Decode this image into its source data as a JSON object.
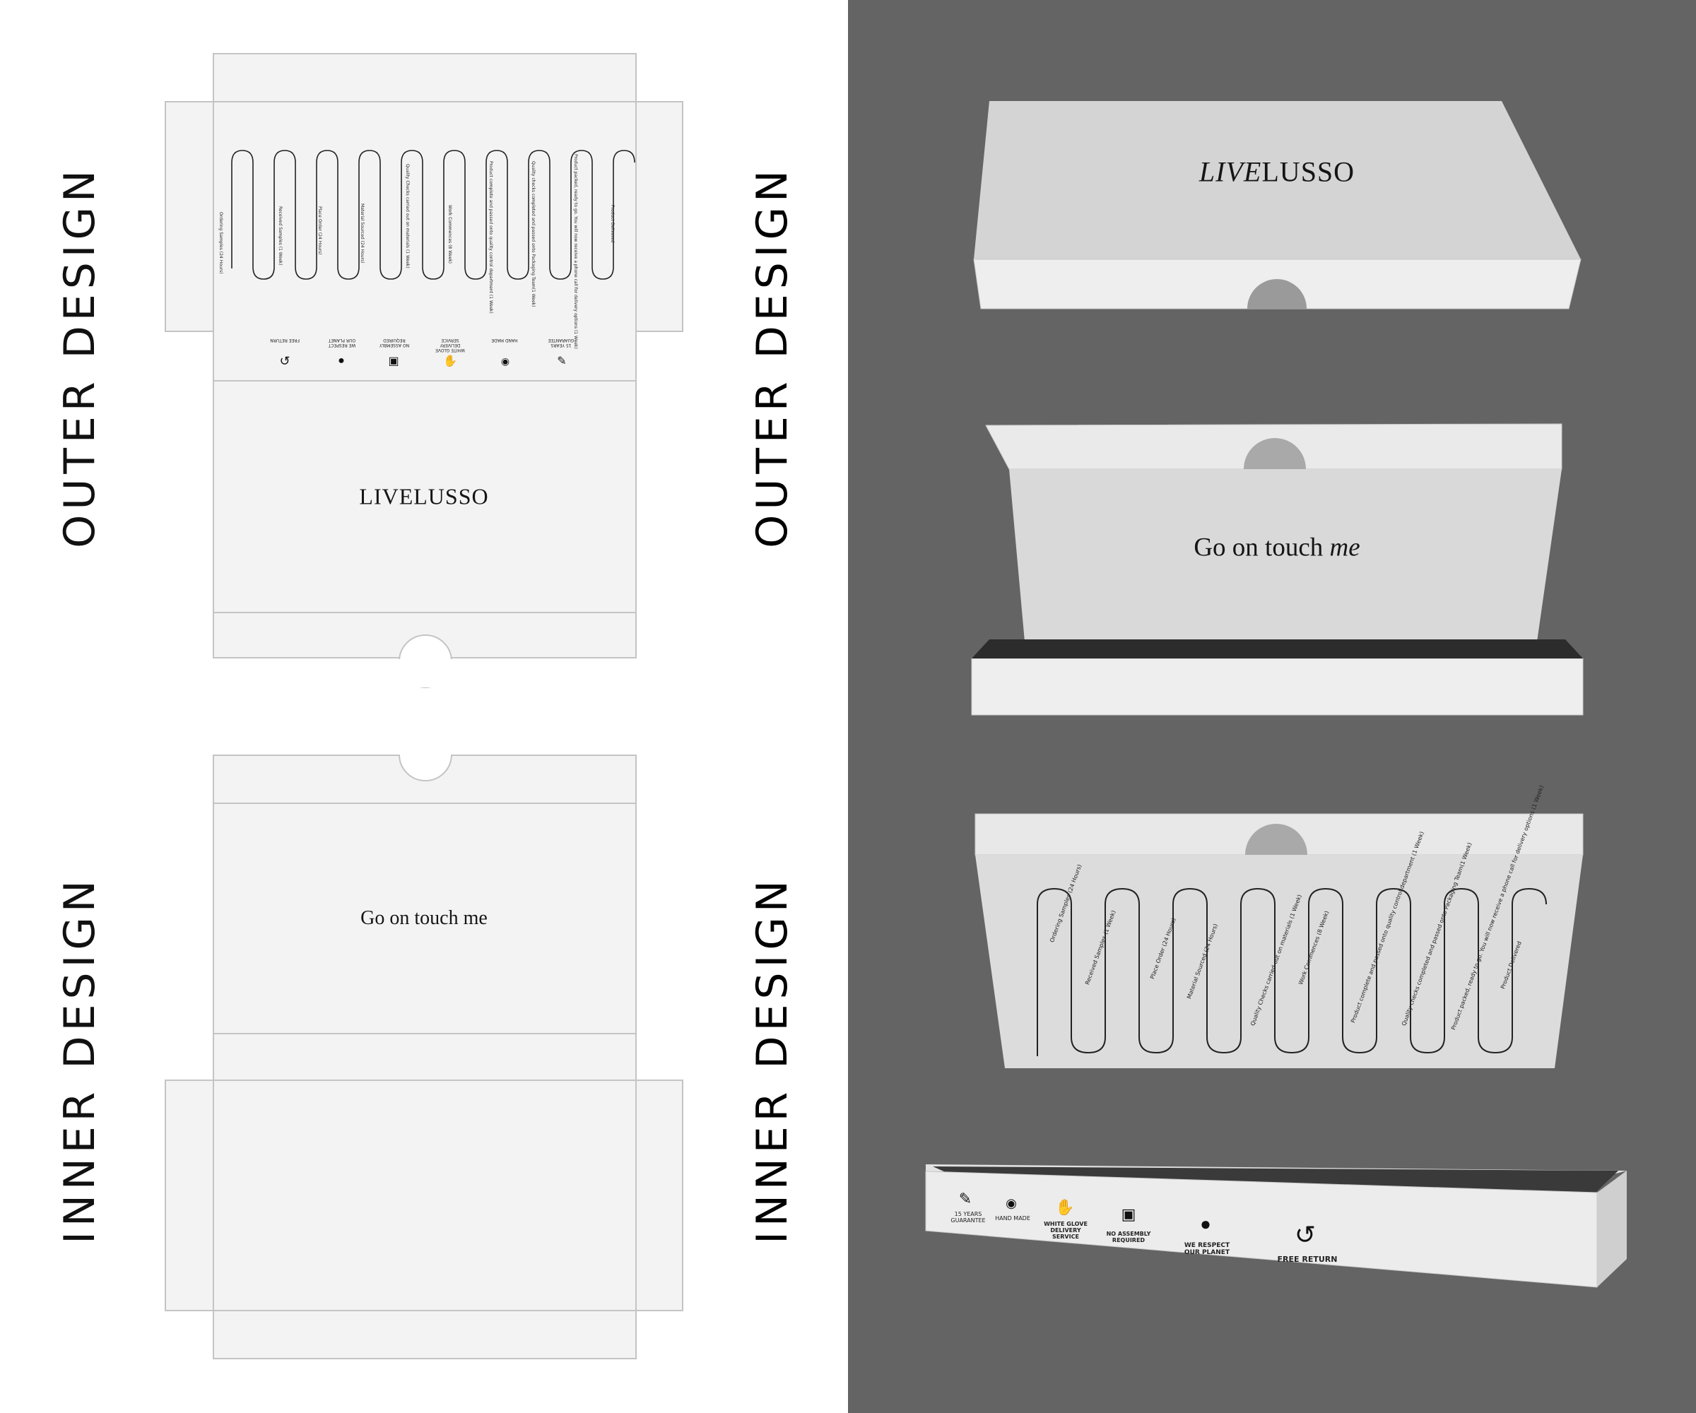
{
  "labels": {
    "outer": "OUTER DESIGN",
    "inner": "INNER DESIGN"
  },
  "brand": "LIVELUSSO",
  "brand_lid": {
    "italic": "LIVE",
    "regular": "LUSSO"
  },
  "tagline": "Go on touch me",
  "tagline_box": {
    "plain": "Go on touch ",
    "italic": "me"
  },
  "timeline_steps": [
    "Ordering Samples (24 Hours)",
    "Received Samples (1 Week)",
    "Place Order (24 Hours)",
    "Material Sourced (24 Hours)",
    "Quality Checks carried out on materials (1 Week)",
    "Work Commences (8 Week)",
    "Product complete and passed onto quality control department (1 Week)",
    "Quality checks completed and passed onto Packaging Team(1 Week)",
    "Product packed, ready to go. You will now receive a phone call for delivery options (1 Week)",
    "Product Delivered"
  ],
  "features": [
    {
      "label": "15 YEARS GUARANTEE",
      "icon": "ruler-icon"
    },
    {
      "label": "HAND MADE",
      "icon": "hand-made-icon"
    },
    {
      "label": "WHITE GLOVE DELIVERY SERVICE",
      "icon": "glove-icon"
    },
    {
      "label": "NO ASSEMBLY REQUIRED",
      "icon": "puzzle-icon"
    },
    {
      "label": "WE RESPECT OUR PLANET",
      "icon": "globe-icon"
    },
    {
      "label": "FREE RETURN",
      "icon": "return-arrow-icon"
    }
  ],
  "colors": {
    "dark_panel": "#646464",
    "paper": "#f3f3f3",
    "line": "#c4c4c4",
    "ink": "#111111"
  }
}
